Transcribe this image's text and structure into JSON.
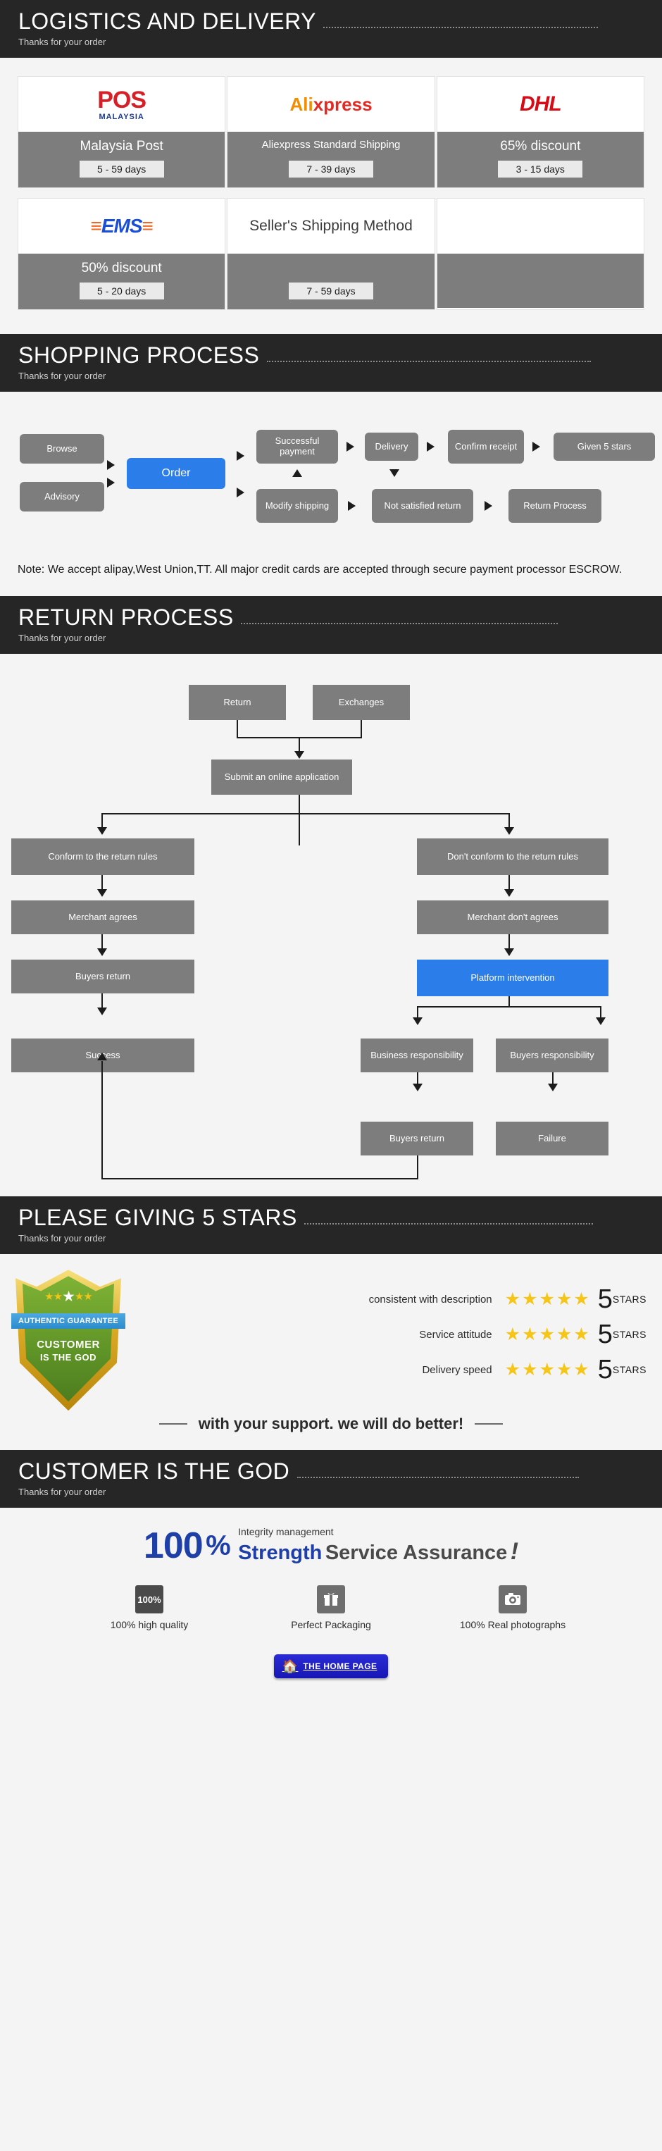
{
  "sections": {
    "logistics": {
      "title": "LOGISTICS AND DELIVERY",
      "subtitle": "Thanks for your order"
    },
    "shopping": {
      "title": "SHOPPING PROCESS",
      "subtitle": "Thanks for your order"
    },
    "returns": {
      "title": "RETURN PROCESS",
      "subtitle": "Thanks for your order"
    },
    "stars": {
      "title": "PLEASE GIVING 5 STARS",
      "subtitle": "Thanks for your order"
    },
    "god": {
      "title": "CUSTOMER IS THE GOD",
      "subtitle": "Thanks for your order"
    }
  },
  "shipping": {
    "row1": [
      {
        "logo": "pos-malaysia-logo",
        "logo_main": "POS",
        "logo_sub": "MALAYSIA",
        "name": "Malaysia Post",
        "days": "5 - 59 days"
      },
      {
        "logo": "aliexpress-logo",
        "logo_main": "Ali",
        "logo_sub": "xpress",
        "name": "Aliexpress Standard Shipping",
        "days": "7 - 39 days"
      },
      {
        "logo": "dhl-logo",
        "logo_main": "DHL",
        "logo_sub": "",
        "name": "65% discount",
        "days": "3 - 15 days"
      }
    ],
    "row2": [
      {
        "logo": "ems-logo",
        "logo_main": "EMS",
        "logo_sub": "",
        "name": "50% discount",
        "days": "5 - 20 days"
      },
      {
        "logo": "sellers-shipping-method-text",
        "logo_main": "Seller's Shipping Method",
        "logo_sub": "",
        "name": "",
        "days": "7 - 59 days"
      },
      {
        "logo": "",
        "logo_main": "",
        "logo_sub": "",
        "name": "",
        "days": ""
      }
    ]
  },
  "shopping_flow": {
    "nodes": {
      "browse": "Browse",
      "advisory": "Advisory",
      "order": "Order",
      "successful_payment": "Successful payment",
      "delivery": "Delivery",
      "confirm_receipt": "Confirm receipt",
      "given_5_stars": "Given 5 stars",
      "modify_shipping": "Modify shipping",
      "not_satisfied_return": "Not satisfied return",
      "return_process": "Return Process"
    },
    "note": "Note: We accept alipay,West Union,TT. All major credit cards are accepted through secure payment processor ESCROW."
  },
  "return_flow": {
    "nodes": {
      "return": "Return",
      "exchanges": "Exchanges",
      "submit_application": "Submit an online application",
      "conform": "Conform to the return rules",
      "not_conform": "Don't conform to the return rules",
      "merchant_agrees": "Merchant agrees",
      "merchant_dont_agrees": "Merchant don't agrees",
      "buyers_return_left": "Buyers return",
      "platform_intervention": "Platform intervention",
      "success": "Success",
      "business_responsibility": "Business responsibility",
      "buyers_responsibility": "Buyers responsibility",
      "buyers_return_right": "Buyers return",
      "failure": "Failure"
    }
  },
  "ratings": {
    "badge": {
      "ribbon": "AUTHENTIC GUARANTEE",
      "line1": "CUSTOMER",
      "line2": "IS THE GOD",
      "stars": "★★★★★"
    },
    "rows": [
      {
        "label": "consistent with description",
        "stars": "★★★★★",
        "score": "5",
        "unit": "STARS"
      },
      {
        "label": "Service attitude",
        "stars": "★★★★★",
        "score": "5",
        "unit": "STARS"
      },
      {
        "label": "Delivery speed",
        "stars": "★★★★★",
        "score": "5",
        "unit": "STARS"
      }
    ],
    "support_text": "with your support. we will do better!"
  },
  "god": {
    "number": "100",
    "percent": "%",
    "integrity": "Integrity management",
    "strength": "Strength",
    "service": "Service Assurance",
    "bang": "!",
    "features": [
      {
        "icon_text": "100%",
        "icon_name": "hundred-percent-icon",
        "label": "100% high quality"
      },
      {
        "icon_text": "Ἰ1",
        "icon_name": "gift-icon",
        "label": "Perfect Packaging"
      },
      {
        "icon_text": "camera",
        "icon_name": "camera-icon",
        "label": "100% Real photographs"
      }
    ],
    "home_button": "THE HOME PAGE"
  }
}
